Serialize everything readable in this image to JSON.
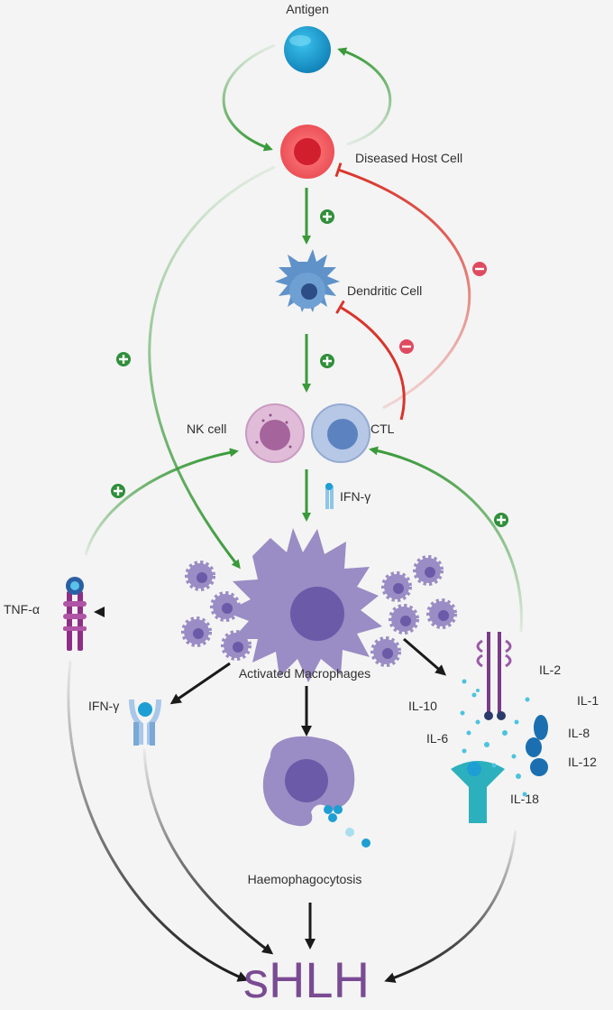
{
  "labels": {
    "antigen": "Antigen",
    "diseased_host_cell": "Diseased Host Cell",
    "dendritic_cell": "Dendritic Cell",
    "nk_cell": "NK cell",
    "ctl": "CTL",
    "ifn_gamma_top": "IFN-γ",
    "tnf_alpha": "TNF-α",
    "activated_macrophages": "Activated Macrophages",
    "ifn_gamma_left": "IFN-γ",
    "haemophagocytosis": "Haemophagocytosis",
    "shlh": "sHLH"
  },
  "cytokines": {
    "il2": "IL-2",
    "il1": "IL-1",
    "il10": "IL-10",
    "il6": "IL-6",
    "il8": "IL-8",
    "il12": "IL-12",
    "il18": "IL-18"
  },
  "colors": {
    "stimulate": "#3a9a3a",
    "inhibit": "#d9342b",
    "plus_badge": "#2f8f3a",
    "minus_badge": "#e04a5f",
    "black_arrow": "#1a1a1a",
    "shlh_text": "#7a4b93"
  }
}
